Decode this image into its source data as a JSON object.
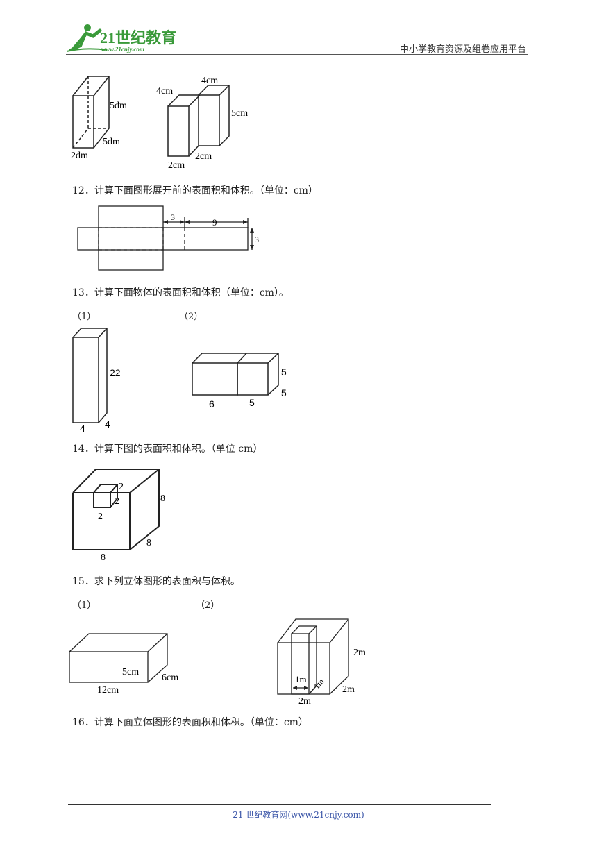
{
  "header": {
    "logo_main": "21世纪教育",
    "logo_url": "www.21cnjy.com",
    "platform": "中小学教育资源及组卷应用平台"
  },
  "fig_top": {
    "left_labels": [
      "5dm",
      "5dm",
      "2dm"
    ],
    "right_labels": [
      "4cm",
      "4cm",
      "5cm",
      "2cm",
      "2cm"
    ]
  },
  "questions": [
    {
      "id": "q12",
      "text": "12．计算下面图形展开前的表面积和体积。（单位：cm）",
      "labels": [
        "3",
        "9",
        "3"
      ]
    },
    {
      "id": "q13",
      "text": "13．计算下面物体的表面积和体积（单位：cm）。",
      "parts": [
        "（1）",
        "（2）"
      ],
      "labels_1": [
        "22",
        "4",
        "4"
      ],
      "labels_2": [
        "5",
        "5",
        "6",
        "5"
      ]
    },
    {
      "id": "q14",
      "text": "14．计算下图的表面积和体积。（单位 cm）",
      "labels": [
        "2",
        "2",
        "2",
        "8",
        "8",
        "8"
      ]
    },
    {
      "id": "q15",
      "text": "15．求下列立体图形的表面积与体积。",
      "parts": [
        "（1）",
        "（2）"
      ],
      "labels_1": [
        "5cm",
        "6cm",
        "12cm"
      ],
      "labels_2": [
        "2m",
        "1m",
        "1m",
        "2m",
        "2m"
      ]
    },
    {
      "id": "q16",
      "text": "16．计算下面立体图形的表面积和体积。（单位：cm）"
    }
  ],
  "footer": {
    "text": "21 世纪教育网(www.21cnjy.com)"
  },
  "colors": {
    "logo_green": "#3a9a3a",
    "footer_blue": "#3a55a8"
  }
}
